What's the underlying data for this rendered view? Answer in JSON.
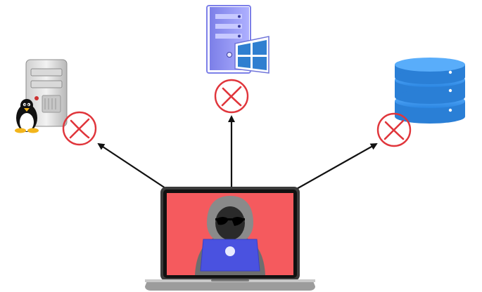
{
  "diagram": {
    "center_node": {
      "kind": "laptop",
      "screen_color": "#f55a5e",
      "figure": "hooded-hacker"
    },
    "target_nodes": [
      {
        "id": "linux-server",
        "icon": "linux-server-icon",
        "status": "blocked"
      },
      {
        "id": "windows-server",
        "icon": "windows-server-icon",
        "status": "blocked"
      },
      {
        "id": "database",
        "icon": "database-icon",
        "status": "blocked"
      }
    ],
    "connections": [
      {
        "from": "center_node",
        "to": "linux-server"
      },
      {
        "from": "center_node",
        "to": "windows-server"
      },
      {
        "from": "center_node",
        "to": "database"
      }
    ],
    "colors": {
      "blocked_mark": "#e0353b",
      "arrow": "#111111",
      "database": "#2f8ae0",
      "windows_accent": "#2f7fd0",
      "server_body": "#8e8ef0"
    }
  }
}
